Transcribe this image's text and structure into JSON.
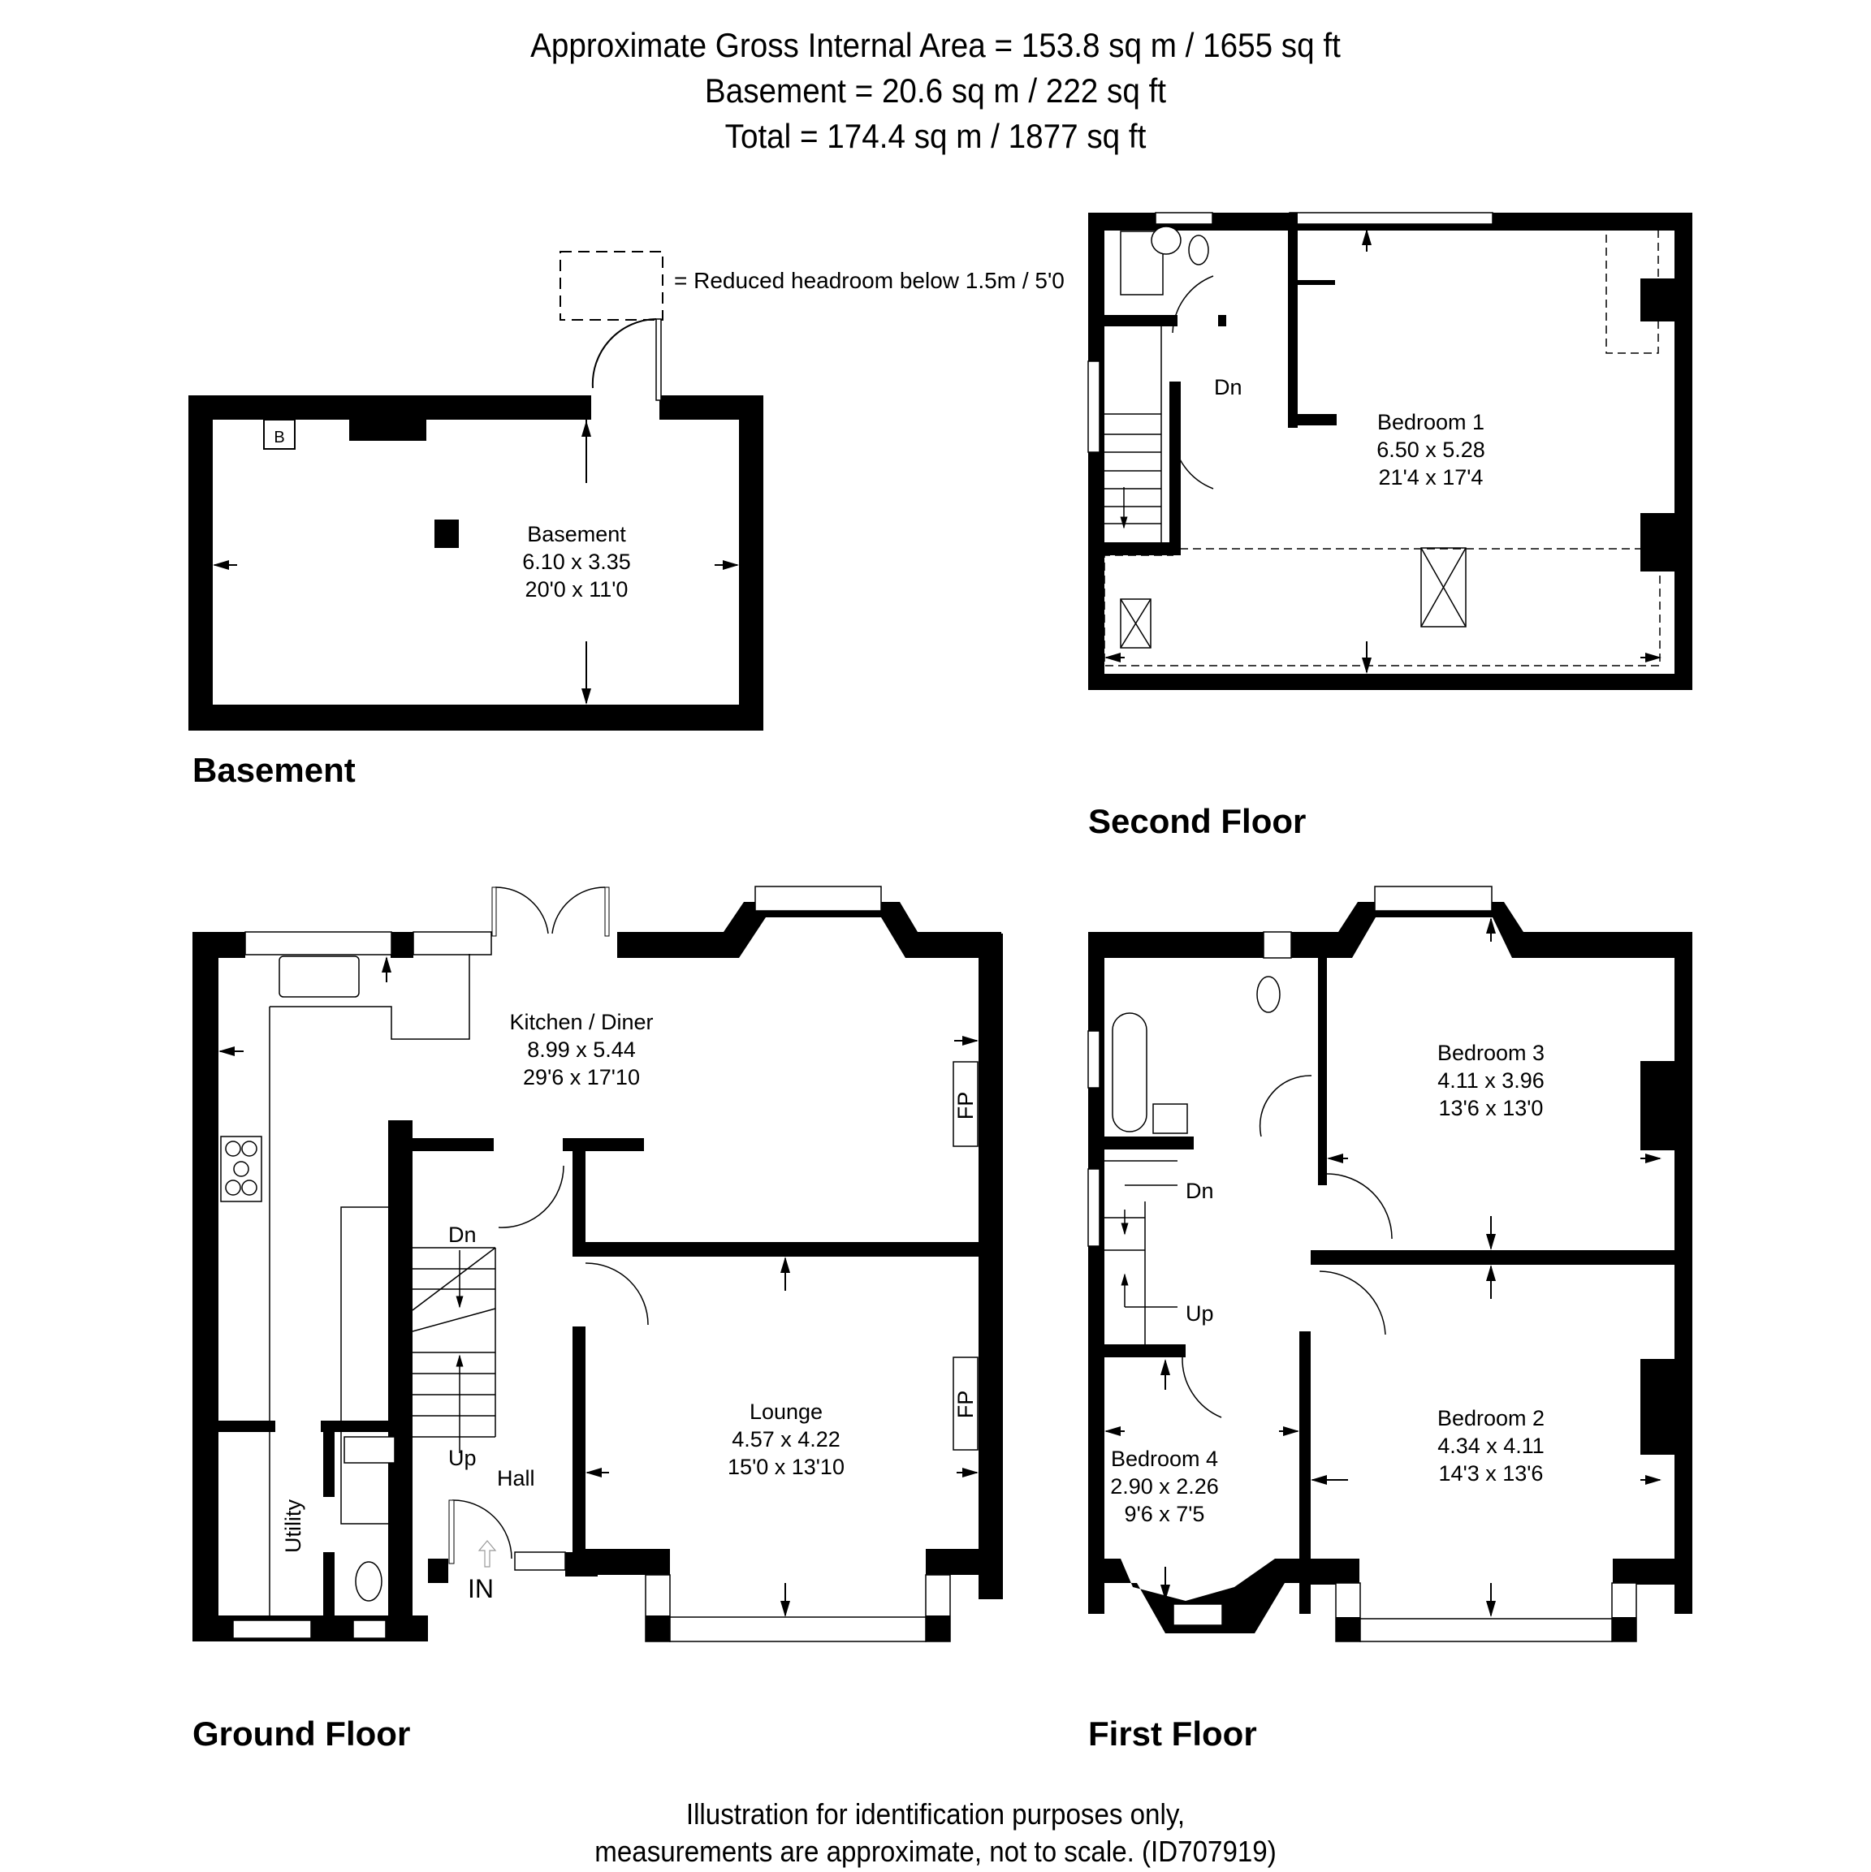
{
  "header": {
    "line1": "Approximate Gross Internal Area = 153.8 sq m / 1655 sq ft",
    "line2": "Basement = 20.6 sq m / 222 sq ft",
    "line3": "Total = 174.4 sq m / 1877 sq ft"
  },
  "legend": {
    "reduced_headroom": "= Reduced headroom below 1.5m / 5'0"
  },
  "floors": {
    "basement": {
      "title": "Basement",
      "rooms": [
        {
          "name": "Basement",
          "metric": "6.10 x 3.35",
          "imperial": "20'0 x 11'0"
        }
      ],
      "fixtures": {
        "boiler": "B"
      }
    },
    "second": {
      "title": "Second Floor",
      "rooms": [
        {
          "name": "Bedroom 1",
          "metric": "6.50 x 5.28",
          "imperial": "21'4 x 17'4"
        }
      ],
      "stairs": {
        "down": "Dn"
      }
    },
    "ground": {
      "title": "Ground Floor",
      "rooms": [
        {
          "name": "Kitchen / Diner",
          "metric": "8.99 x 5.44",
          "imperial": "29'6 x 17'10"
        },
        {
          "name": "Lounge",
          "metric": "4.57 x 4.22",
          "imperial": "15'0 x 13'10"
        },
        {
          "name": "Hall"
        },
        {
          "name": "Utility"
        }
      ],
      "stairs": {
        "down": "Dn",
        "up": "Up"
      },
      "entrance": "IN",
      "fireplace": "FP"
    },
    "first": {
      "title": "First Floor",
      "rooms": [
        {
          "name": "Bedroom 3",
          "metric": "4.11 x 3.96",
          "imperial": "13'6 x 13'0"
        },
        {
          "name": "Bedroom 2",
          "metric": "4.34 x 4.11",
          "imperial": "14'3 x 13'6"
        },
        {
          "name": "Bedroom 4",
          "metric": "2.90 x 2.26",
          "imperial": "9'6 x 7'5"
        }
      ],
      "stairs": {
        "down": "Dn",
        "up": "Up"
      }
    }
  },
  "footer": {
    "line1": "Illustration for identification purposes only,",
    "line2": "measurements are approximate, not to scale. (ID707919)"
  },
  "colors": {
    "wall": "#000000",
    "background": "#ffffff"
  }
}
